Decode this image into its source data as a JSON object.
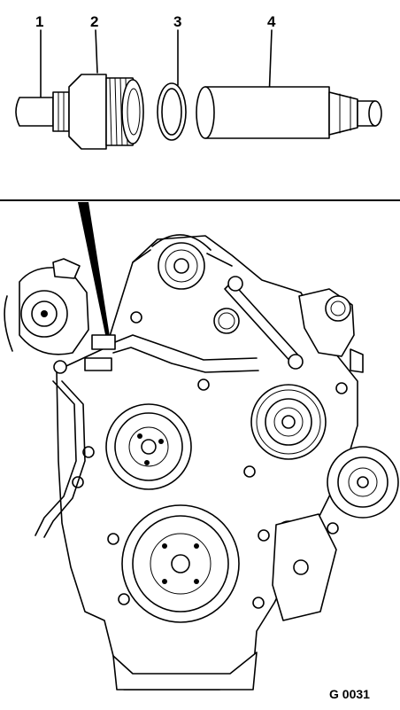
{
  "figure": {
    "callouts": [
      {
        "id": "part-1",
        "label": "1"
      },
      {
        "id": "part-2",
        "label": "2"
      },
      {
        "id": "part-3",
        "label": "3"
      },
      {
        "id": "part-4",
        "label": "4"
      }
    ],
    "figure_code": "G 0031"
  }
}
